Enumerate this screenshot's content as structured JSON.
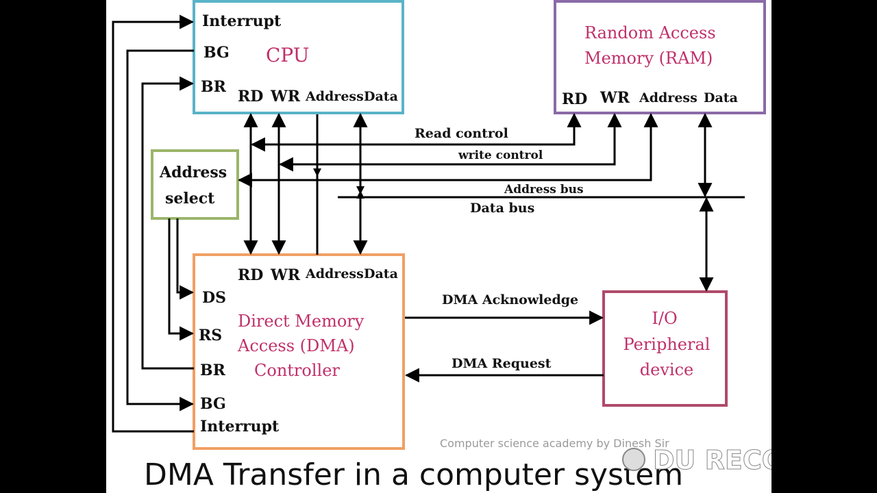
{
  "cpu": {
    "title": "CPU",
    "interrupt": "Interrupt",
    "bg": "BG",
    "br": "BR",
    "rd": "RD",
    "wr": "WR",
    "address": "Address",
    "data": "Data"
  },
  "ram": {
    "title_line1": "Random Access",
    "title_line2": "Memory (RAM)",
    "rd": "RD",
    "wr": "WR",
    "address": "Address",
    "data": "Data"
  },
  "address_select": {
    "line1": "Address",
    "line2": "select"
  },
  "dma": {
    "title_line1": "Direct Memory",
    "title_line2": "Access (DMA)",
    "title_line3": "Controller",
    "rd": "RD",
    "wr": "WR",
    "address": "Address",
    "data": "Data",
    "ds": "DS",
    "rs": "RS",
    "br": "BR",
    "bg": "BG",
    "interrupt": "Interrupt"
  },
  "io": {
    "line1": "I/O",
    "line2": "Peripheral",
    "line3": "device"
  },
  "buses": {
    "read_control": "Read control",
    "write_control": "write control",
    "address_bus": "Address bus",
    "data_bus": "Data bus"
  },
  "links": {
    "dma_acknowledge": "DMA Acknowledge",
    "dma_request": "DMA Request"
  },
  "footer": {
    "caption": "DMA Transfer in a computer system",
    "credit": "Computer science academy by Dinesh Sir",
    "watermark": "DU RECORDER"
  },
  "colors": {
    "cpu_border": "#5ab3c8",
    "ram_border": "#8a6aa8",
    "address_select_border": "#9bb56a",
    "dma_border": "#f0a064",
    "io_border": "#b04a6a",
    "label_accent": "#c0306a"
  }
}
